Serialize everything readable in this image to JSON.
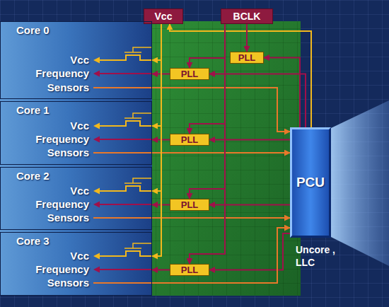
{
  "diagram": {
    "nodes": [
      {
        "text": [
          "Vcc"
        ]
      },
      {
        "text": [
          "BCLK"
        ]
      },
      {
        "text": [
          "PLL"
        ]
      },
      {
        "text": [
          "Core 0",
          "Vcc",
          "Frequency",
          "Sensors"
        ]
      },
      {
        "text": [
          "PLL"
        ]
      },
      {
        "text": [
          "Core 1",
          "Vcc",
          "Frequency",
          "Sensors"
        ]
      },
      {
        "text": [
          "PLL"
        ]
      },
      {
        "text": [
          "Core 2",
          "Vcc",
          "Frequency",
          "Sensors"
        ]
      },
      {
        "text": [
          "PLL"
        ]
      },
      {
        "text": [
          "Core 3",
          "Vcc",
          "Frequency",
          "Sensors"
        ]
      },
      {
        "text": [
          "PLL"
        ]
      },
      {
        "text": [
          "PCU"
        ]
      }
    ],
    "edges": [
      {
        "from": 11,
        "to": 0,
        "arrow": "to"
      },
      {
        "from": 1,
        "to": 2,
        "arrow": "to"
      },
      {
        "from": 11,
        "to": 2,
        "arrow": "to"
      },
      {
        "from": 0,
        "to": 3,
        "arrow": "to"
      },
      {
        "from": 1,
        "to": 4,
        "arrow": "to"
      },
      {
        "from": 11,
        "to": 4,
        "arrow": "to"
      },
      {
        "from": 4,
        "to": 3,
        "arrow": "to"
      },
      {
        "from": 3,
        "to": 11,
        "arrow": "to"
      },
      {
        "from": 0,
        "to": 5,
        "arrow": "to"
      },
      {
        "from": 1,
        "to": 6,
        "arrow": "to"
      },
      {
        "from": 11,
        "to": 6,
        "arrow": "to"
      },
      {
        "from": 6,
        "to": 5,
        "arrow": "to"
      },
      {
        "from": 5,
        "to": 11,
        "arrow": "to"
      },
      {
        "from": 0,
        "to": 7,
        "arrow": "to"
      },
      {
        "from": 1,
        "to": 8,
        "arrow": "to"
      },
      {
        "from": 11,
        "to": 8,
        "arrow": "to"
      },
      {
        "from": 8,
        "to": 7,
        "arrow": "to"
      },
      {
        "from": 7,
        "to": 11,
        "arrow": "to"
      },
      {
        "from": 0,
        "to": 9,
        "arrow": "to"
      },
      {
        "from": 1,
        "to": 10,
        "arrow": "to"
      },
      {
        "from": 11,
        "to": 10,
        "arrow": "to"
      },
      {
        "from": 10,
        "to": 9,
        "arrow": "to"
      },
      {
        "from": 9,
        "to": 11,
        "arrow": "to"
      }
    ],
    "labels": [
      "Uncore , LLC"
    ]
  }
}
